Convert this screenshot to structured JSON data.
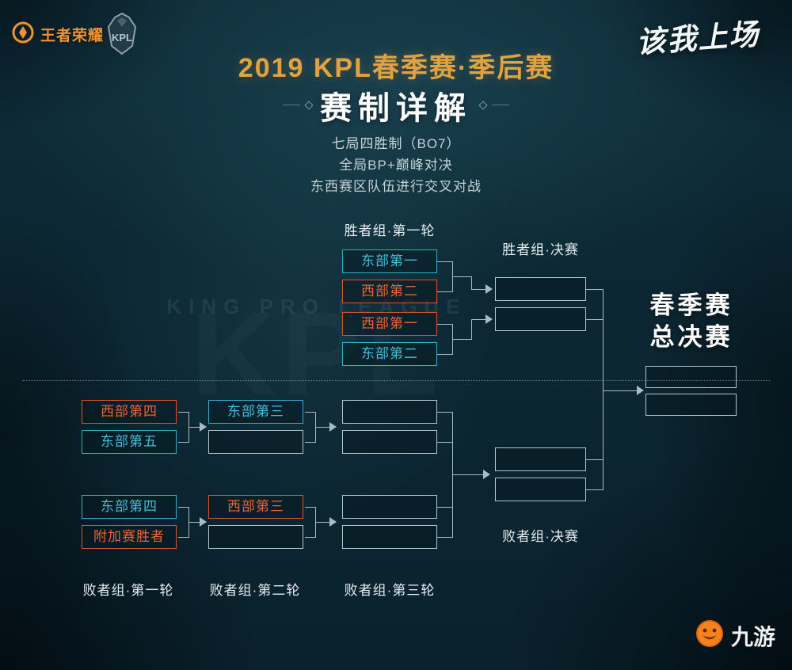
{
  "title": "2019 KPL春季赛·季后赛",
  "subtitle": "赛制详解",
  "rules": [
    "七局四胜制（BO7）",
    "全局BP+巅峰对决",
    "东西赛区队伍进行交叉对战"
  ],
  "logos": {
    "wzry": "王者荣耀",
    "kpl": "KPL",
    "slogan": "该我上场",
    "partner": "九游"
  },
  "bracket": {
    "labels": {
      "winners_r1": "胜者组·第一轮",
      "winners_final": "胜者组·决赛",
      "losers_final": "败者组·决赛",
      "losers_r1": "败者组·第一轮",
      "losers_r2": "败者组·第二轮",
      "losers_r3": "败者组·第三轮",
      "grand_final_line1": "春季赛",
      "grand_final_line2": "总决赛"
    },
    "teams": {
      "east1": "东部第一",
      "west2": "西部第二",
      "west1": "西部第一",
      "east2": "东部第二",
      "west4": "西部第四",
      "east5": "东部第五",
      "east3": "东部第三",
      "east4": "东部第四",
      "playin_winner": "附加赛胜者",
      "west3": "西部第三"
    }
  },
  "watermark": "KING PRO LEAGUE",
  "colors": {
    "east": "#38b2cc",
    "west": "#e5562b",
    "accent": "#e2a23e",
    "background": "#0c2733"
  }
}
